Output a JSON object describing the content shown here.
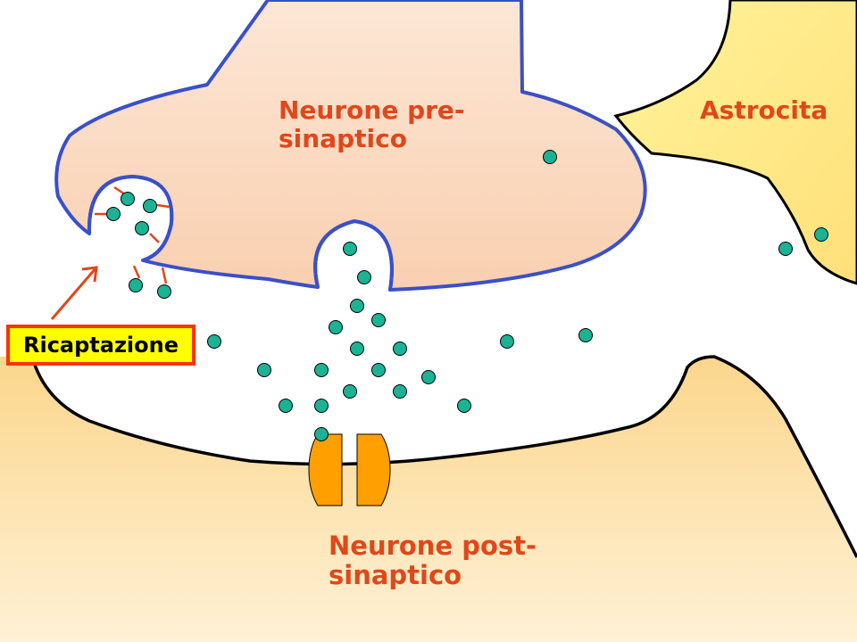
{
  "labels": {
    "presynaptic": [
      "Neurone pre-",
      "sinaptico"
    ],
    "astrocyte": "Astrocita",
    "postsynaptic": [
      "Neurone post-",
      "sinaptico"
    ],
    "reuptake": "Ricaptazione"
  },
  "colors": {
    "label_text": "#e0471a",
    "neurotransmitter": "#1ab394",
    "membrane_pre": "#3a50c8",
    "receptor": "#ff9f00",
    "astrocyte_fill": "#ffed8a",
    "reuptake_box": "#ffff00",
    "reuptake_border": "#ff3300",
    "arrow": "#e0471a"
  },
  "icons": {
    "neurotransmitter": "circle",
    "receptor": "half-capsule",
    "transporter": "line"
  }
}
